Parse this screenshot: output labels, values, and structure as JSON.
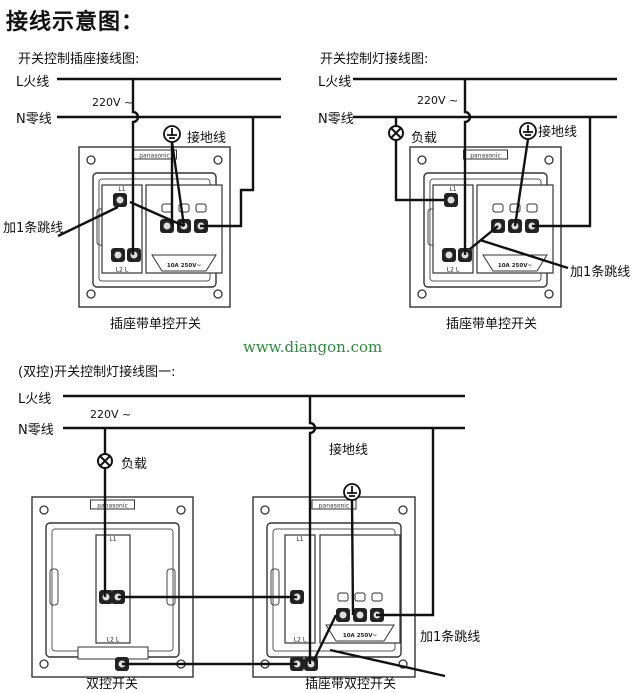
{
  "title": "接线示意图：",
  "watermark": "www.diangon.com",
  "diagram1": {
    "subtitle": "开关控制插座接线图:",
    "live_label": "L火线",
    "neutral_label": "N零线",
    "voltage": "220V ~",
    "ground_label": "接地线",
    "jumper_label": "加1条跳线",
    "caption": "插座带单控开关"
  },
  "diagram2": {
    "subtitle": "开关控制灯接线图:",
    "live_label": "L火线",
    "neutral_label": "N零线",
    "voltage": "220V ~",
    "load_label": "负载",
    "ground_label": "接地线",
    "jumper_label": "加1条跳线",
    "caption": "插座带单控开关"
  },
  "diagram3": {
    "subtitle": "(双控)开关控制灯接线图一:",
    "live_label": "L火线",
    "neutral_label": "N零线",
    "voltage": "220V ~",
    "load_label": "负载",
    "ground_label": "接地线",
    "jumper_label": "加1条跳线",
    "caption_left": "双控开关",
    "caption_right": "插座带双控开关"
  },
  "panel_marks": {
    "brand": "panasonic",
    "rating": "10A 250V~",
    "l1": "L1",
    "l2": "L2",
    "l": "L"
  }
}
